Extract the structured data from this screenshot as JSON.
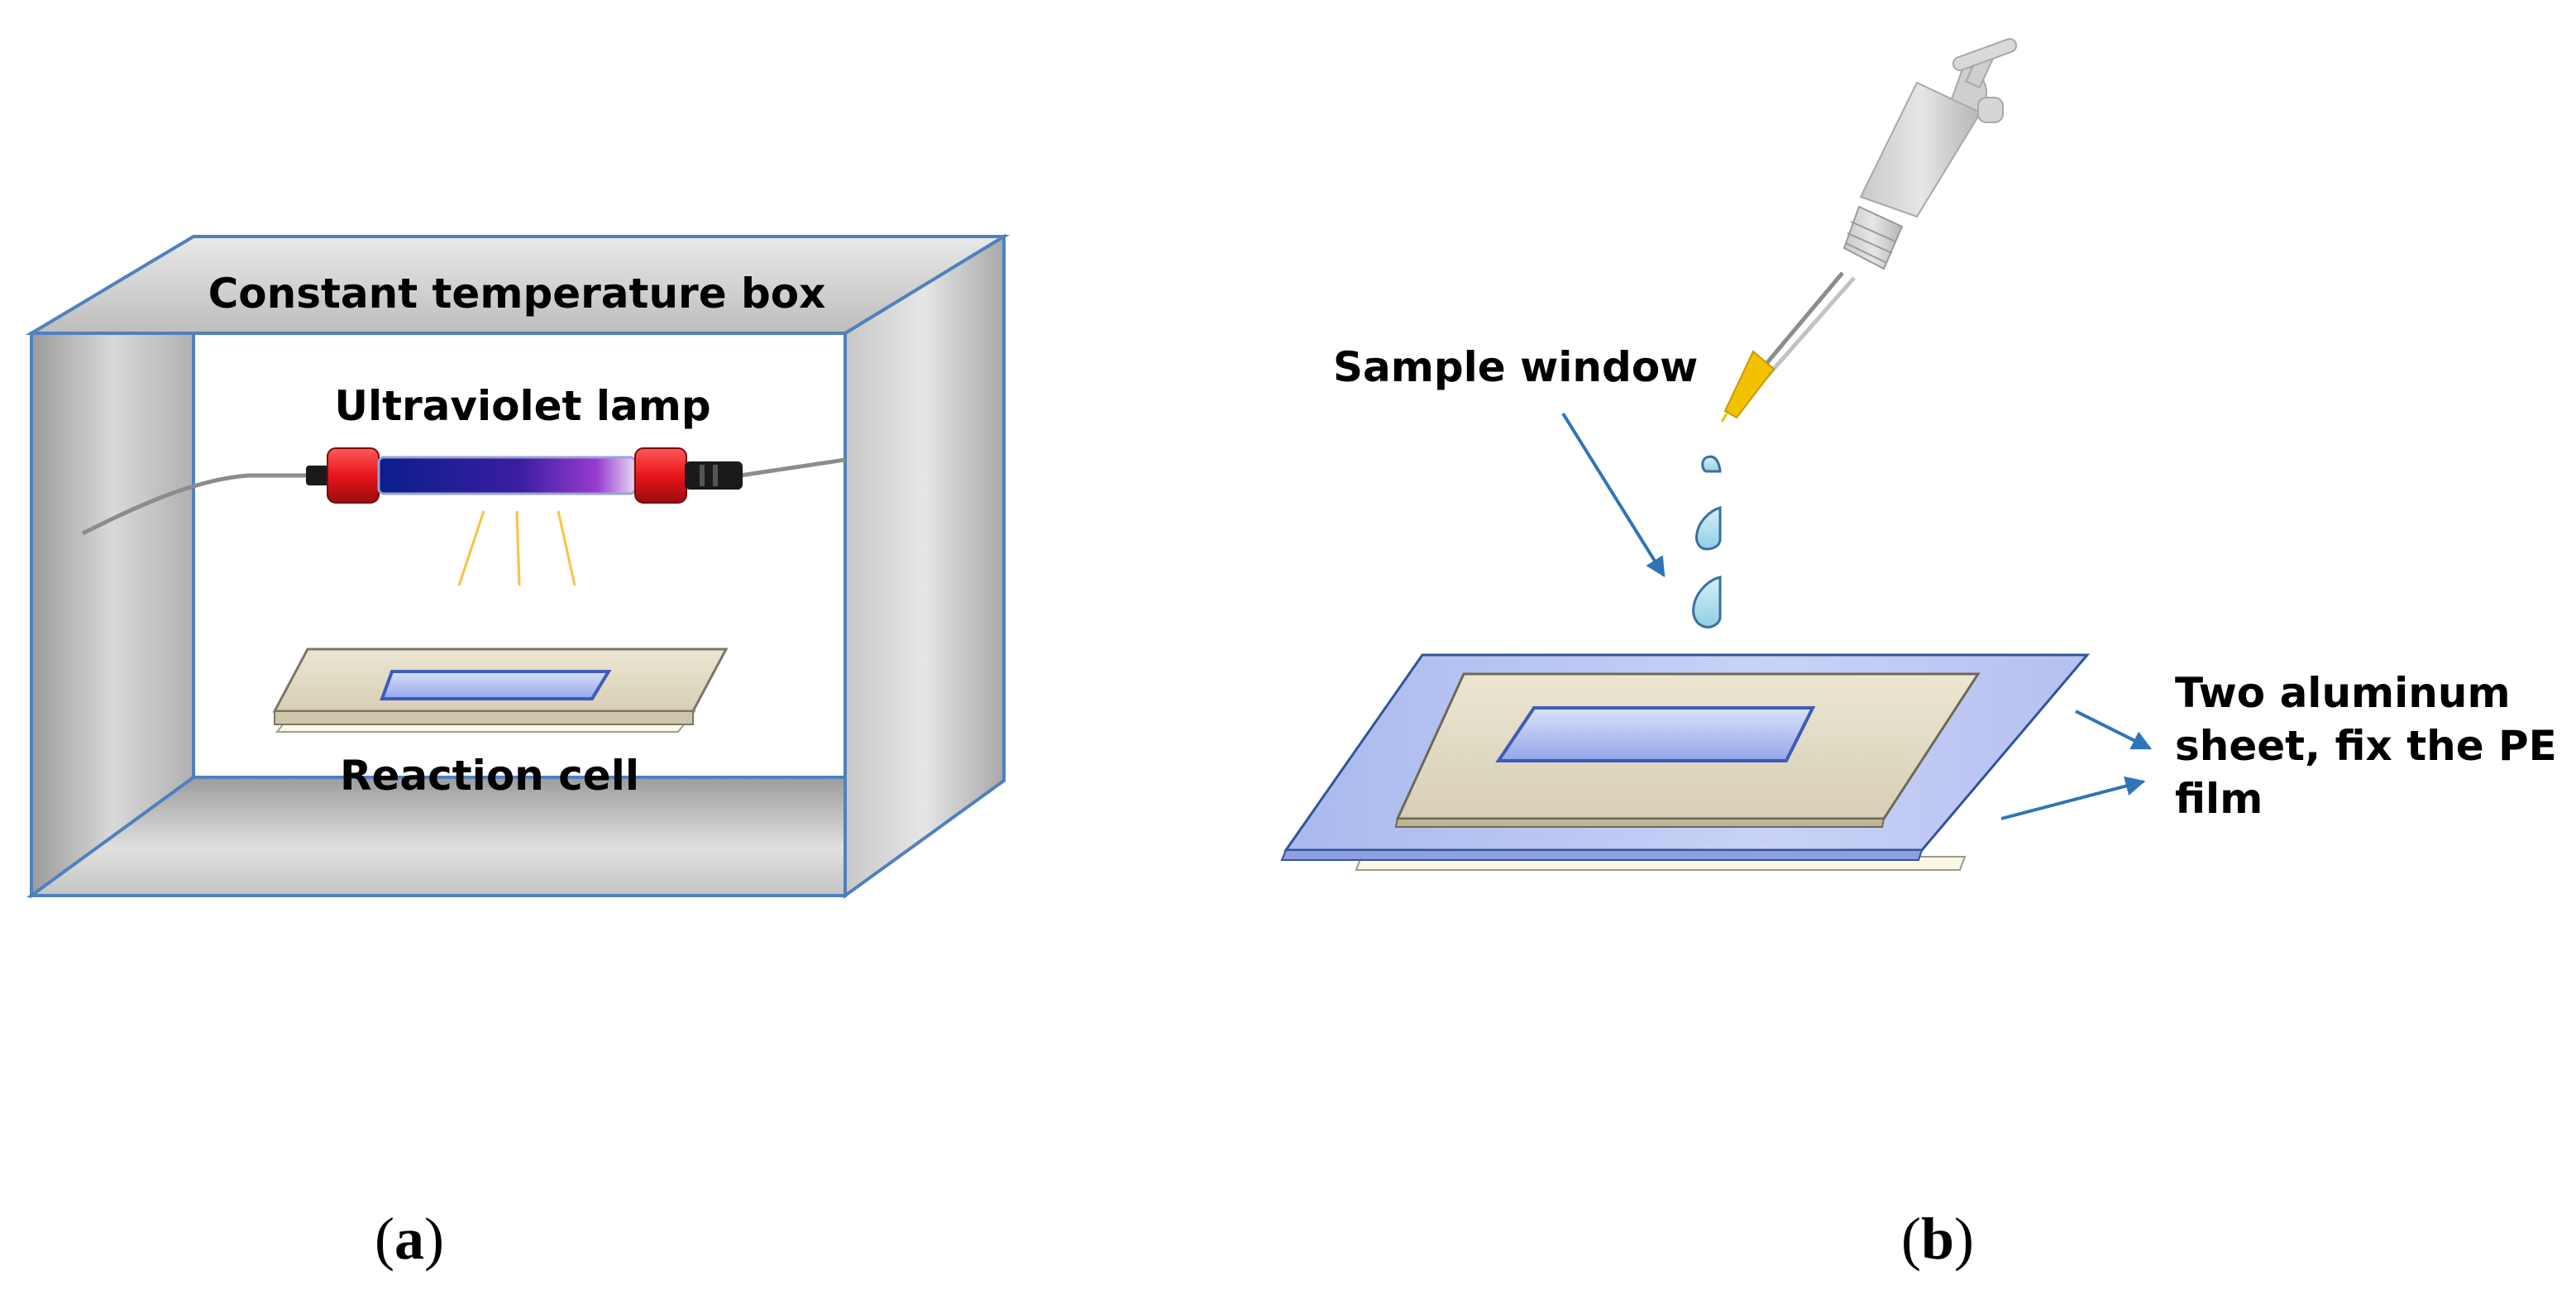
{
  "panel_a": {
    "box_label": "Constant temperature box",
    "lamp_label": "Ultraviolet lamp",
    "cell_label": "Reaction cell",
    "caption_open": "(",
    "caption_letter": "a",
    "caption_close": ")"
  },
  "panel_b": {
    "sample_window_label": "Sample window",
    "aluminum_label_lines": [
      "Two aluminum",
      "sheet, fix the PE",
      "film"
    ],
    "caption_open": "(",
    "caption_letter": "b",
    "caption_close": ")"
  },
  "colors": {
    "box_outline": "#4f81bd",
    "arrow": "#2e75b6",
    "lamp_cap": "#e8161b",
    "light_rays": "#f5c342",
    "window_fill": "#a9b8ef",
    "drop_fill": "#a8dcea",
    "pipette_tip": "#f2c200"
  },
  "icons": [
    "uv-lamp-icon",
    "reaction-cell-icon",
    "pipette-icon",
    "drop-icon",
    "arrow-icon"
  ]
}
